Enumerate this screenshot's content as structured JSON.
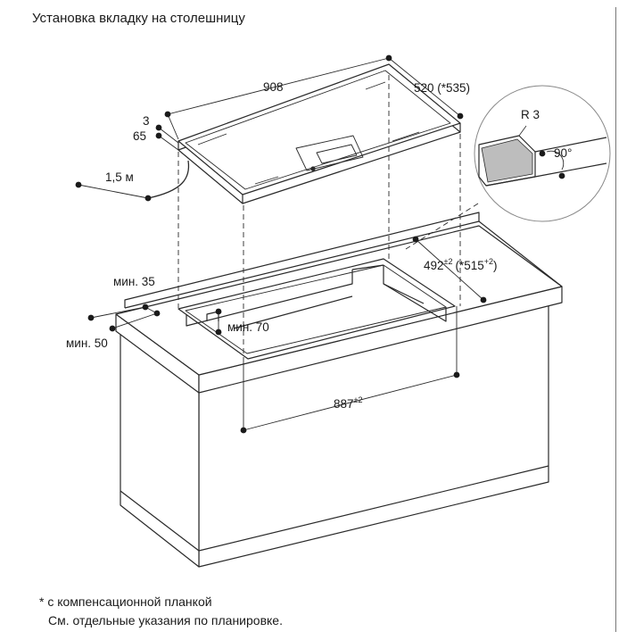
{
  "title": "Установка вкладку на столешницу",
  "dimensions": {
    "width": "908",
    "depth": "520 (*535)",
    "top_thickness": "3",
    "height": "65",
    "cable": "1,5 м",
    "radius": "R 3",
    "angle": "90°",
    "cutout_depth_main": "492",
    "cutout_depth_tol": "±2",
    "cutout_depth_alt": "(*515",
    "cutout_depth_alt_tol": "+2",
    "cutout_depth_close": ")",
    "cutout_width": "887",
    "cutout_width_tol": "±2",
    "min_back": "мин. 35",
    "min_side": "мин. 70",
    "min_front": "мин. 50"
  },
  "footnotes": {
    "line1": "* с компенсационной планкой",
    "line2": "См. отдельные указания по планировке."
  }
}
